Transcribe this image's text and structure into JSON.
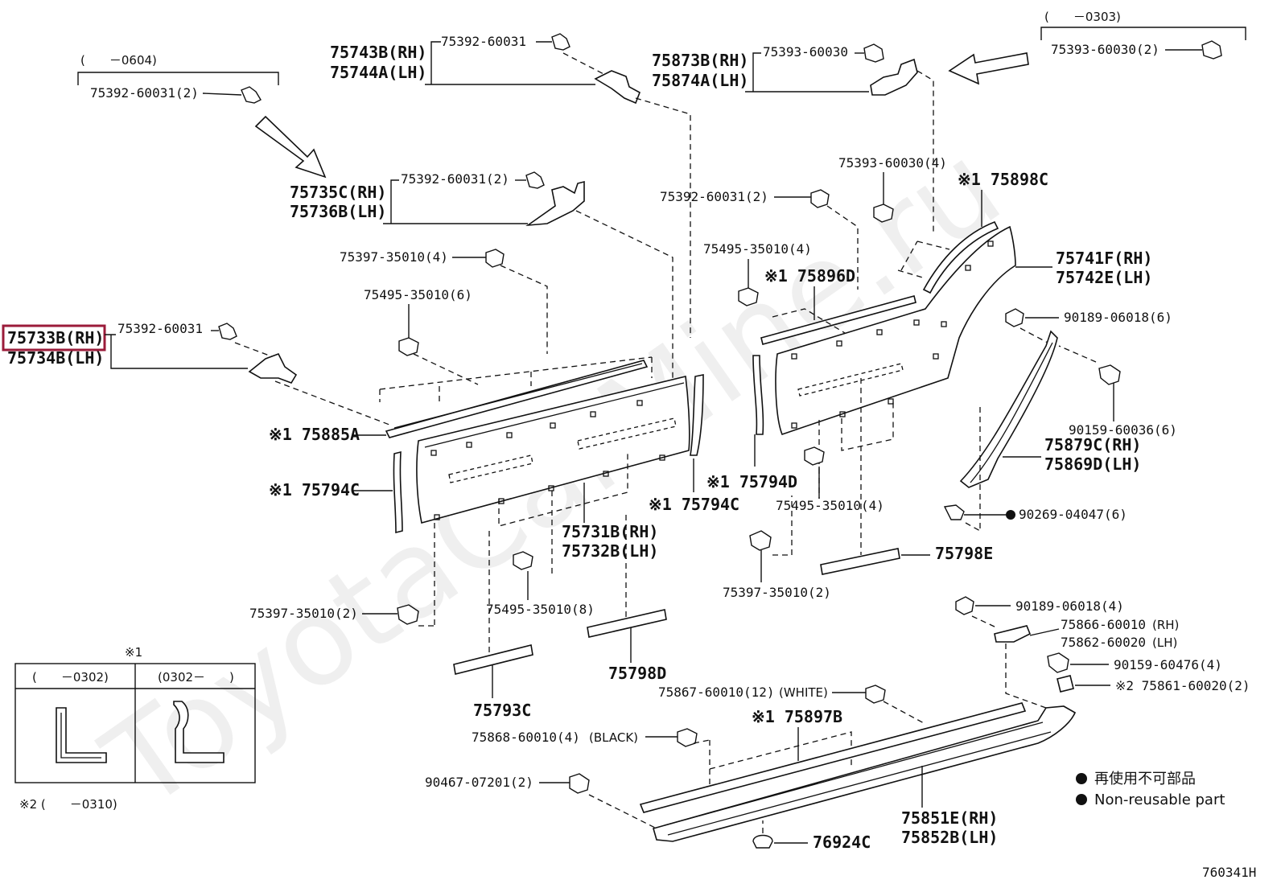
{
  "watermark": "ToyotaCarMine.ru",
  "diagram_code": "760341H",
  "legend": {
    "jp": "再使用不可部品",
    "en": "Non-reusable part"
  },
  "date_ranges": {
    "top_left": "(　　－0604)",
    "top_right": "(　　－0303)",
    "inset_left": "(　　－0302)",
    "inset_right": "(0302－　　)",
    "note2": "※2 (　　－0310)"
  },
  "inset_mark": "※1",
  "highlighted_part": "75733B(RH)",
  "labels": {
    "l75743B": "75743B(RH)",
    "l75744A": "75744A(LH)",
    "c_60031_a": "75392-60031",
    "l75873B": "75873B(RH)",
    "l75874A": "75874A(LH)",
    "c_60030_a": "75393-60030",
    "c_60030_2": "75393-60030(2)",
    "c_60031_2a": "75392-60031(2)",
    "l75735C": "75735C(RH)",
    "l75736B": "75736B(LH)",
    "c_60031_2b": "75392-60031(2)",
    "c_60030_4": "75393-60030(4)",
    "m75898C": "※1 75898C",
    "c_60031_2c": "75392-60031(2)",
    "c_35010_4a": "75397-35010(4)",
    "c_495_4": "75495-35010(4)",
    "l75741F": "75741F(RH)",
    "l75742E": "75742E(LH)",
    "m75896D": "※1 75896D",
    "c_495_6": "75495-35010(6)",
    "c_90189_6": "90189-06018(6)",
    "l75733B": "75733B(RH)",
    "l75734B": "75734B(LH)",
    "c_60031_b": "75392-60031",
    "m75885A": "※1 75885A",
    "c_90159_6": "90159-60036(6)",
    "l75879C": "75879C(RH)",
    "l75869D": "75869D(LH)",
    "m75794C_a": "※1 75794C",
    "m75794D": "※1 75794D",
    "m75794C_b": "※1 75794C",
    "c_495_4b": "75495-35010(4)",
    "c_90269": "90269-04047(6)",
    "l75731B": "75731B(RH)",
    "l75732B": "75732B(LH)",
    "l75798E": "75798E",
    "c_35010_2a": "75397-35010(2)",
    "c_495_8": "75495-35010(8)",
    "c_35010_2b": "75397-35010(2)",
    "c_90189_4": "90189-06018(4)",
    "l75866": "75866-60010",
    "l75866_s": "(RH)",
    "l75862": "75862-60020",
    "l75862_s": "(LH)",
    "c_90159_4": "90159-60476(4)",
    "l75798D": "75798D",
    "c_75867": "75867-60010(12)",
    "c_75867_s": "(WHITE)",
    "m75861": "※2 75861-60020(2)",
    "l75793C": "75793C",
    "m75897B": "※1 75897B",
    "c_75868": "75868-60010(4)",
    "c_75868_s": "(BLACK)",
    "c_90467": "90467-07201(2)",
    "l75851E": "75851E(RH)",
    "l75852B": "75852B(LH)",
    "l76924C": "76924C"
  }
}
